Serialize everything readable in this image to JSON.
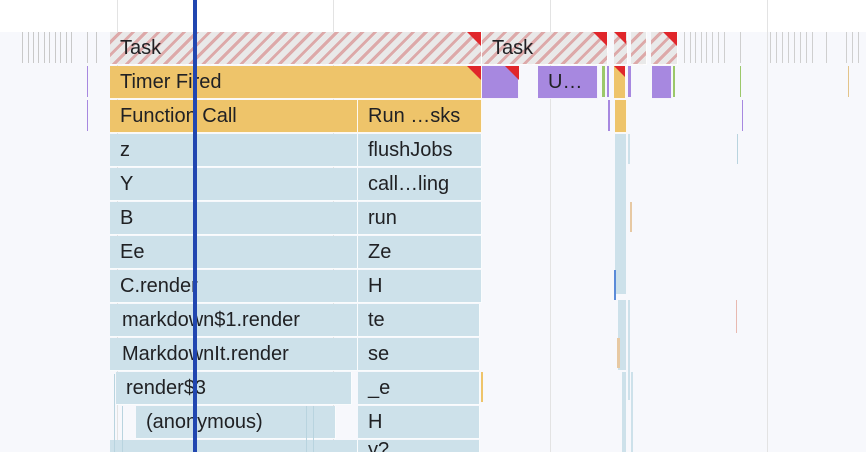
{
  "colors": {
    "task_stripe_a": "#e9e9e9",
    "task_stripe_b": "#dda9a9",
    "timer": "#eec46a",
    "js": "#cde1ea",
    "purple": "#a788e0",
    "long_task_marker": "#e0262b",
    "playhead": "#2146b0"
  },
  "rows": {
    "task_main": "Task",
    "task_second": "Task",
    "timer_fired": "Timer Fired",
    "purple_short": "U…"
  },
  "stack_left": [
    "Function Call",
    "z",
    "Y",
    "B",
    "Ee",
    "C.render",
    "markdown$1.render",
    "MarkdownIt.render",
    "render$3",
    "(anonymous)"
  ],
  "stack_right": [
    "Run …sks",
    "flushJobs",
    "call…ling",
    "run",
    "Ze",
    "H",
    "te",
    "se",
    "_e",
    "H",
    "y?"
  ]
}
